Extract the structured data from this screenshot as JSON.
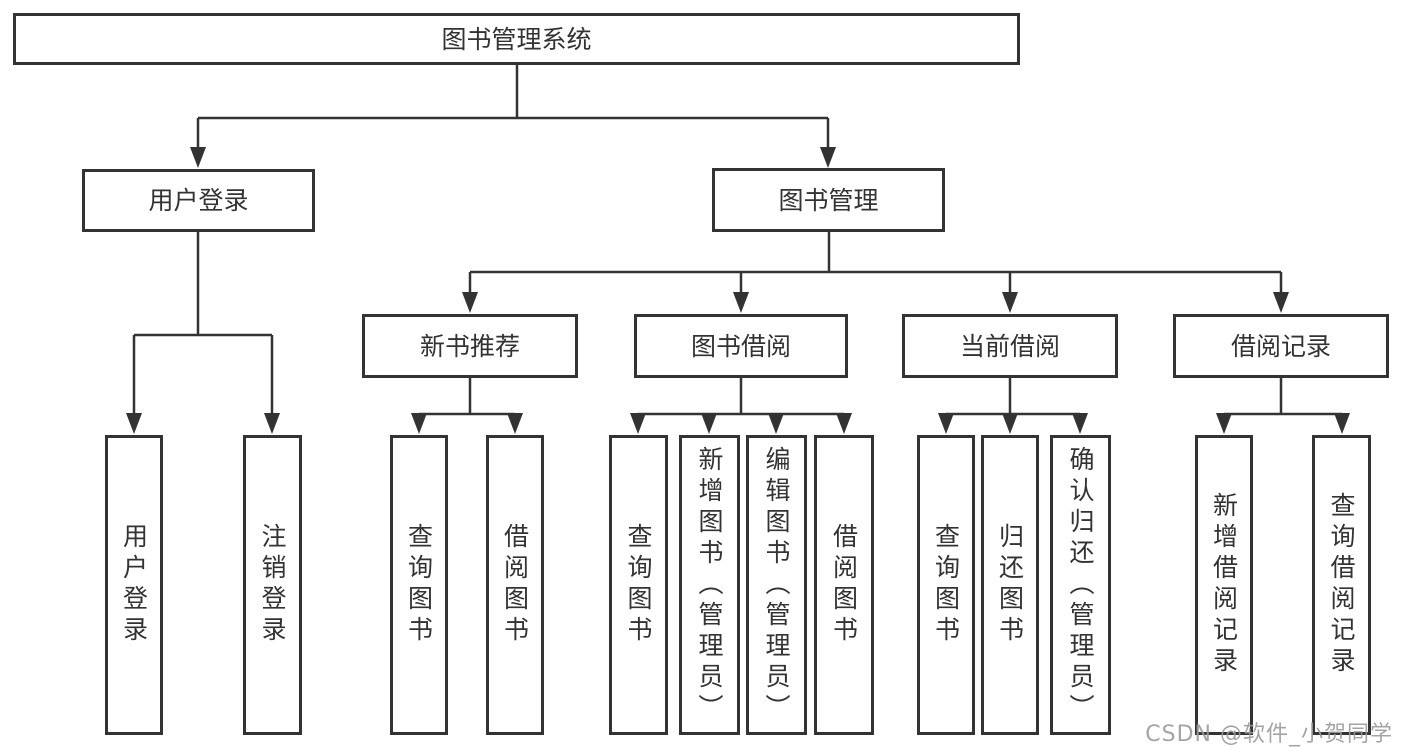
{
  "tree": {
    "root": {
      "label": "图书管理系统"
    },
    "branches": [
      {
        "label": "用户登录",
        "children": [
          {
            "label": "用户登录"
          },
          {
            "label": "注销登录"
          }
        ]
      },
      {
        "label": "图书管理",
        "children": [
          {
            "label": "新书推荐",
            "children": [
              {
                "label": "查询图书"
              },
              {
                "label": "借阅图书"
              }
            ]
          },
          {
            "label": "图书借阅",
            "children": [
              {
                "label": "查询图书"
              },
              {
                "label": "新增图书（管理员）"
              },
              {
                "label": "编辑图书（管理员）"
              },
              {
                "label": "借阅图书"
              }
            ]
          },
          {
            "label": "当前借阅",
            "children": [
              {
                "label": "查询图书"
              },
              {
                "label": "归还图书"
              },
              {
                "label": "确认归还（管理员）"
              }
            ]
          },
          {
            "label": "借阅记录",
            "children": [
              {
                "label": "新增借阅记录"
              },
              {
                "label": "查询借阅记录"
              }
            ]
          }
        ]
      }
    ]
  },
  "watermark": {
    "text": "CSDN @软件_小贺同学"
  },
  "colors": {
    "line": "#333333",
    "box_border": "#333333",
    "text": "#333333",
    "watermark": "#9b9b9b",
    "background": "#ffffff"
  }
}
